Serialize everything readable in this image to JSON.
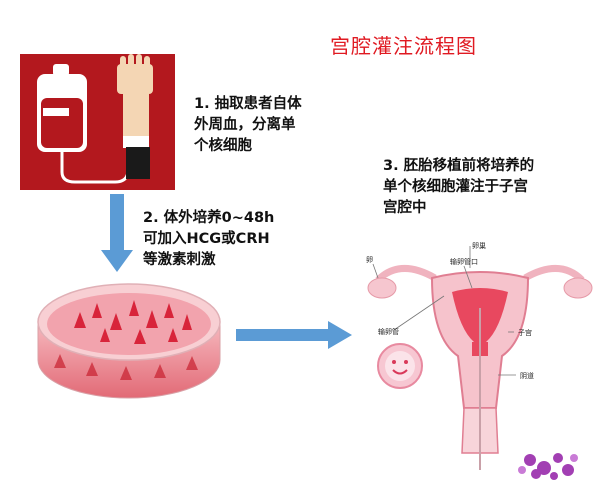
{
  "title": "宫腔灌注流程图",
  "steps": [
    {
      "lines": [
        "1. 抽取患者自体",
        "外周血，分离单",
        "个核细胞"
      ]
    },
    {
      "lines": [
        "2. 体外培养0~48h",
        "可加入HCG或CRH",
        "等激素刺激"
      ]
    },
    {
      "lines": [
        "3. 胚胎移植前将培养的",
        "单个核细胞灌注于子宫",
        "宫腔中"
      ]
    }
  ],
  "uterus_labels": {
    "ovary": "卵巢",
    "follicle": "卵",
    "tube_opening": "输卵管口",
    "fallopian_tube": "输卵管",
    "uterus": "子宫",
    "vagina": "阴道"
  },
  "colors": {
    "title": "#e01a22",
    "arrow": "#5b9bd5",
    "blood_panel": "#b3181e"
  },
  "icons": [
    "blood-bag-icon",
    "arm-icon",
    "petri-dish-icon",
    "embryo-icon",
    "cells-icon"
  ]
}
